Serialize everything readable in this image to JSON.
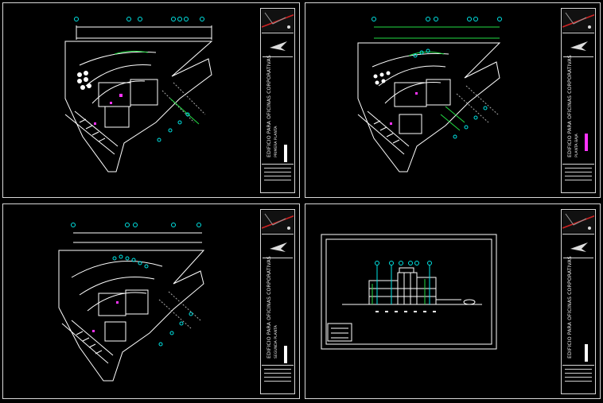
{
  "sheets": [
    {
      "title": "EDIFICIO PARA OFICINAS CORPORATIVAS",
      "subtitle": "PRIMERA PLANTA"
    },
    {
      "title": "EDIFICIO PARA OFICINAS CORPORATIVAS",
      "subtitle": "PLANTA BAJA"
    },
    {
      "title": "EDIFICIO PARA OFICINAS CORPORATIVAS",
      "subtitle": "SEGUNDA PLANTA"
    },
    {
      "title": "EDIFICIO PARA OFICINAS CORPORATIVAS",
      "subtitle": ""
    }
  ],
  "colors": {
    "background": "#000000",
    "lines": "#ffffff",
    "accent_cyan": "#00e5e5",
    "accent_green": "#22dd44",
    "accent_magenta": "#ff33ff",
    "map_red": "#cc2222"
  },
  "icons": {
    "north_arrow": "compass-north-arrow-icon",
    "tree": "tree-symbol-icon",
    "car": "car-symbol-icon"
  }
}
